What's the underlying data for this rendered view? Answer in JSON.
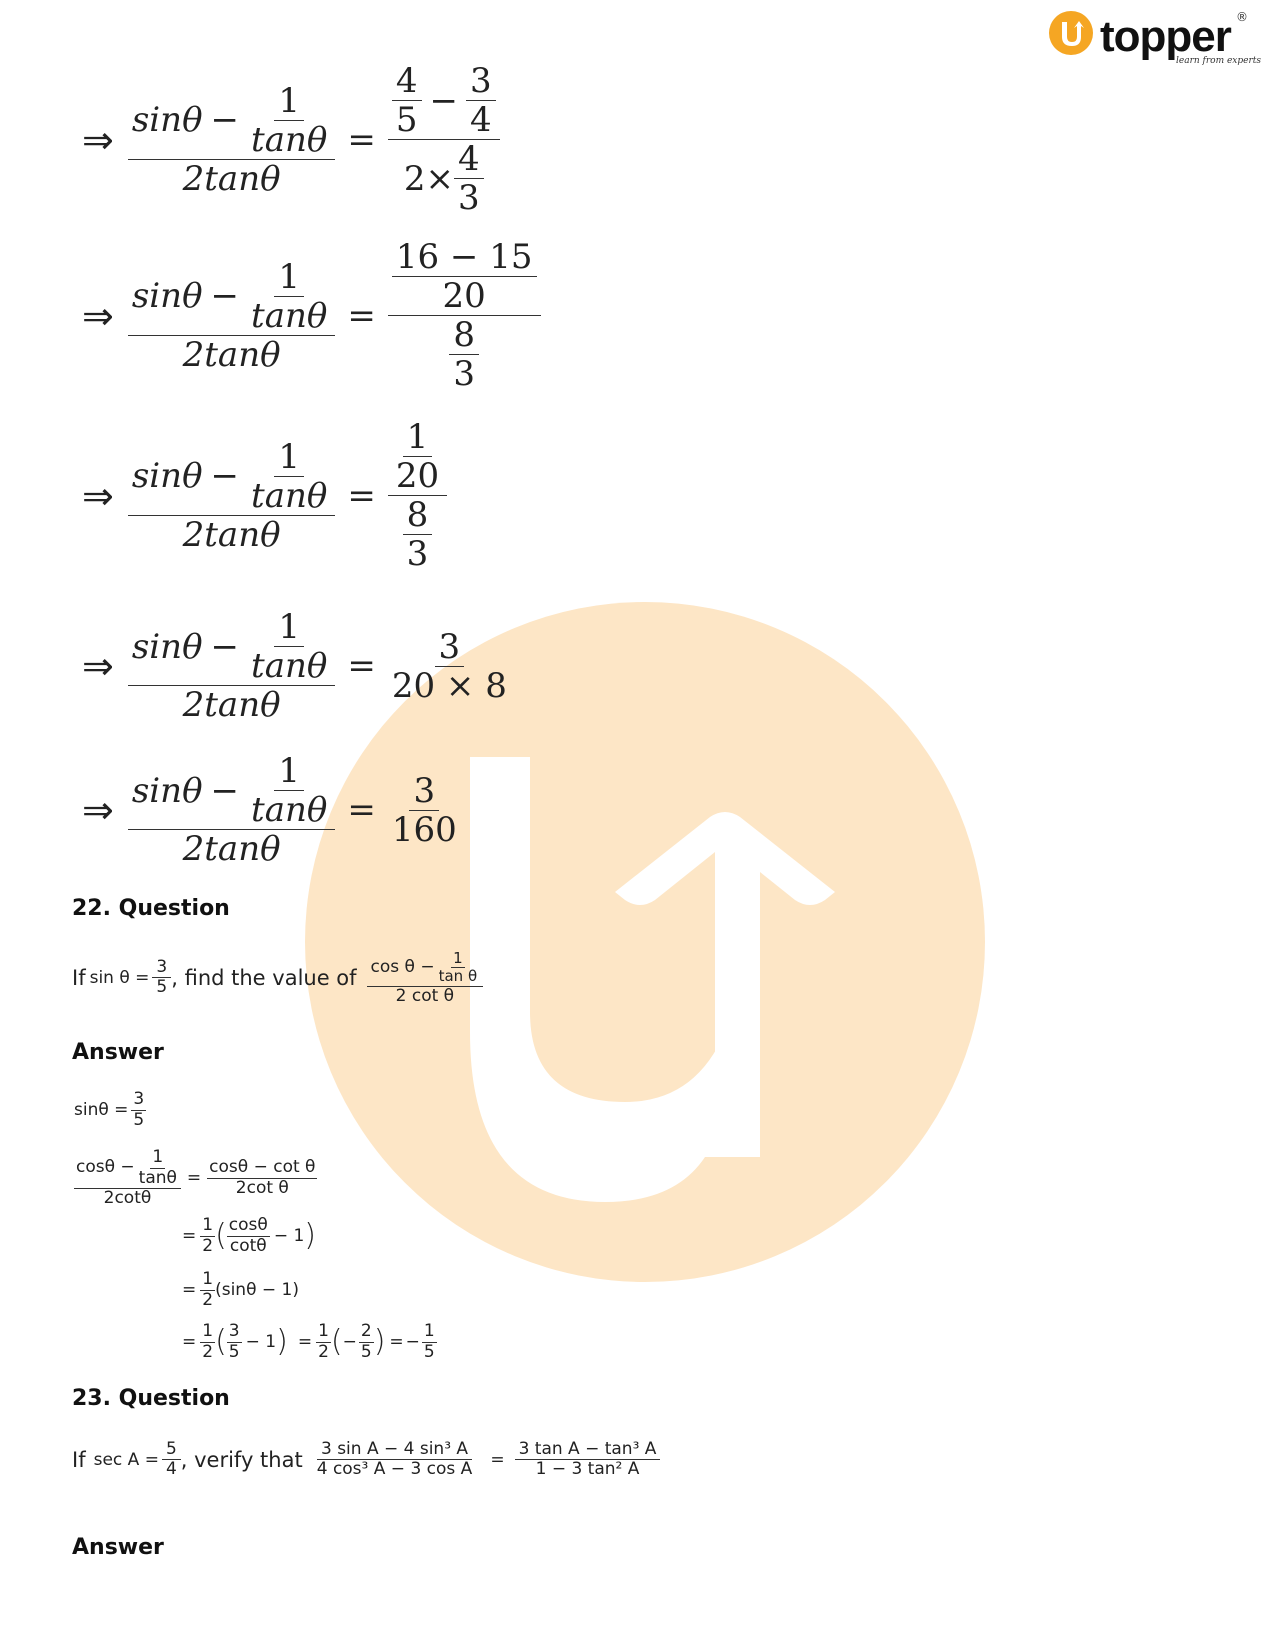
{
  "logo": {
    "brand": "topper",
    "letter": "u",
    "tagline": "learn from experts",
    "registered": "®"
  },
  "colors": {
    "brand_orange": "#f5a623",
    "watermark": "#fde6c6"
  },
  "derivation": {
    "lhs": {
      "sin": "sinθ",
      "one": "1",
      "tan": "tanθ",
      "den": "2tanθ",
      "minus": "−"
    },
    "arrow": "⇒",
    "equals": "=",
    "step1": {
      "a_num": "4",
      "a_den": "5",
      "b_num": "3",
      "b_den": "4",
      "times": "2×",
      "c_num": "4",
      "c_den": "3"
    },
    "step2": {
      "num": "16 − 15",
      "num_den": "20",
      "den_num": "8",
      "den_den": "3"
    },
    "step3": {
      "num": "1",
      "num_den": "20",
      "den_num": "8",
      "den_den": "3"
    },
    "step4": {
      "num": "3",
      "den": "20 × 8"
    },
    "step5": {
      "num": "3",
      "den": "160"
    }
  },
  "q22": {
    "heading": "22. Question",
    "if": "If",
    "given": "sin θ =",
    "given_num": "3",
    "given_den": "5",
    "find": ", find the value of",
    "expr_cos": "cos θ −",
    "expr_one": "1",
    "expr_tan": "tan θ",
    "expr_den": "2 cot θ",
    "answer_label": "Answer",
    "sol": {
      "l1": "sinθ =",
      "l1_num": "3",
      "l1_den": "5",
      "lhs_cos": "cosθ −",
      "lhs_one": "1",
      "lhs_tan": "tanθ",
      "lhs_den": "2cotθ",
      "eq": "=",
      "r1_num": "cosθ − cot θ",
      "r1_den": "2cot θ",
      "half_num": "1",
      "half_den": "2",
      "r2_inner_num": "cosθ",
      "r2_inner_den": "cotθ",
      "r2_minus1": "− 1",
      "r3_inner": "(sinθ − 1)",
      "r4_a_num": "3",
      "r4_a_den": "5",
      "r4_minus1": "− 1",
      "r4_b_sign": "−",
      "r4_b_num": "2",
      "r4_b_den": "5",
      "r4_res_sign": "−",
      "r4_res_num": "1",
      "r4_res_den": "5"
    }
  },
  "q23": {
    "heading": "23. Question",
    "if": "If",
    "given": "sec A =",
    "given_num": "5",
    "given_den": "4",
    "verify": ", verify that",
    "lhs_num": "3 sin A − 4 sin³ A",
    "lhs_den": "4 cos³ A − 3 cos A",
    "eq": "=",
    "rhs_num": "3 tan A − tan³ A",
    "rhs_den": "1 − 3 tan² A",
    "answer_label": "Answer"
  }
}
